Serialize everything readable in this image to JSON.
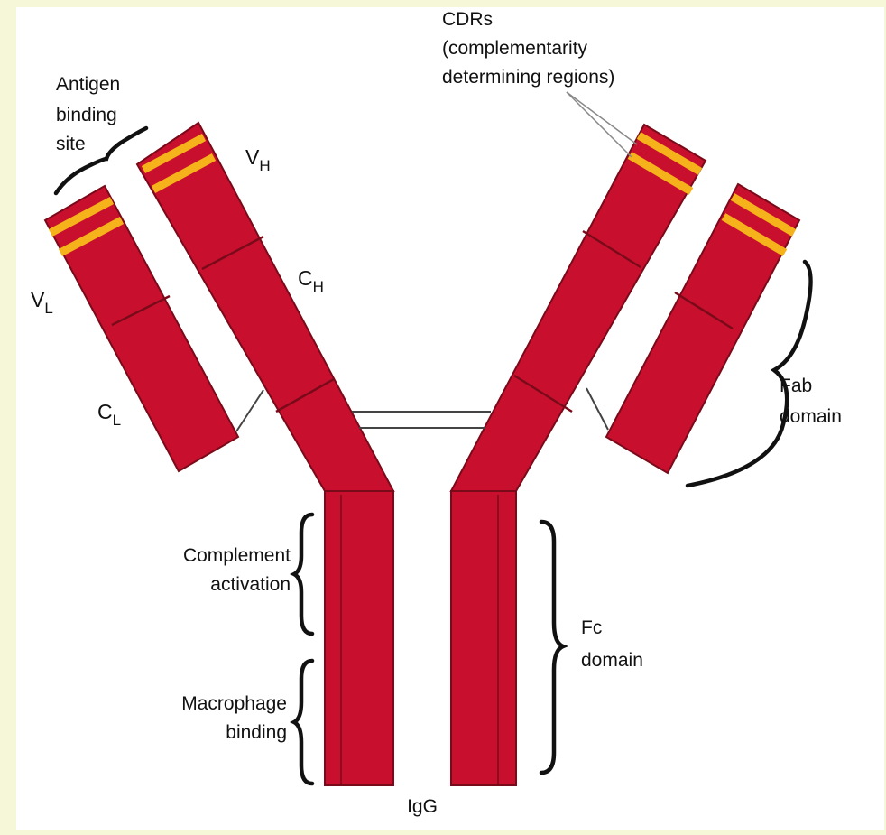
{
  "colors": {
    "page_background": "#f5f7d8",
    "panel_background": "#ffffff",
    "chain_fill": "#c8102e",
    "chain_stroke": "#7a0a1a",
    "cdr_stripe": "#f6b21a",
    "text": "#111111"
  },
  "title": "IgG",
  "labels": {
    "cdrs_title": "CDRs",
    "cdrs_line1": "(complementarity",
    "cdrs_line2": "determining regions)",
    "antigen_line1": "Antigen",
    "antigen_line2": "binding",
    "antigen_line3": "site",
    "vh_main": "V",
    "vh_sub": "H",
    "ch_main": "C",
    "ch_sub": "H",
    "vl_main": "V",
    "vl_sub": "L",
    "cl_main": "C",
    "cl_sub": "L",
    "fab_line1": "Fab",
    "fab_line2": "domain",
    "fc_line1": "Fc",
    "fc_line2": "domain",
    "complement_line1": "Complement",
    "complement_line2": "activation",
    "macrophage_line1": "Macrophage",
    "macrophage_line2": "binding"
  },
  "icons": {
    "brace": "curly-brace-icon"
  }
}
